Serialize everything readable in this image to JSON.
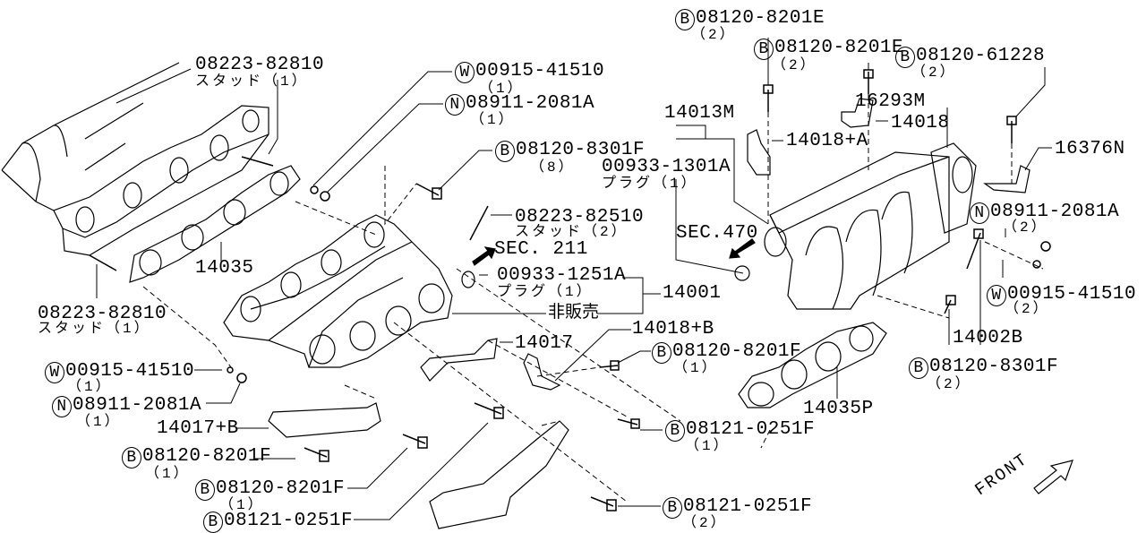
{
  "callouts": {
    "stud_top": {
      "part": "08223-82810",
      "qty": "スタッド（1）"
    },
    "washer_top": {
      "symbol": "W",
      "part": "00915-41510",
      "qty": "（1）"
    },
    "nut_top": {
      "symbol": "N",
      "part": "08911-2081A",
      "qty": "（1）"
    },
    "bolt_8301f": {
      "symbol": "B",
      "part": "08120-8301F",
      "qty": "（8）"
    },
    "stud_82510": {
      "part": "08223-82510",
      "qty": "スタッド（2）"
    },
    "sec211": {
      "text": "SEC. 211"
    },
    "gasket_14035": {
      "part": "14035"
    },
    "stud_left": {
      "part": "08223-82810",
      "qty": "スタッド（1）"
    },
    "plug_1251a": {
      "part": "00933-1251A",
      "qty": "プラグ（1）"
    },
    "manifold_14001": {
      "part": "14001"
    },
    "not_for_sale": {
      "text": "非販売"
    },
    "bracket_14017": {
      "part": "14017"
    },
    "bracket_14018b": {
      "part": "14018+B"
    },
    "bolt_8201f_a": {
      "symbol": "B",
      "part": "08120-8201F",
      "qty": "（1）"
    },
    "washer_left": {
      "symbol": "W",
      "part": "00915-41510",
      "qty": "（1）"
    },
    "nut_left": {
      "symbol": "N",
      "part": "08911-2081A",
      "qty": "（1）"
    },
    "bracket_14017b": {
      "part": "14017+B"
    },
    "bolt_8201f_b": {
      "symbol": "B",
      "part": "08120-8201F",
      "qty": "（1）"
    },
    "bolt_8201f_c": {
      "symbol": "B",
      "part": "08120-8201F",
      "qty": "（1）"
    },
    "bolt_0251f_a": {
      "symbol": "B",
      "part": "08121-0251F"
    },
    "bolt_0251f_b": {
      "symbol": "B",
      "part": "08121-0251F",
      "qty": "（1）"
    },
    "bolt_0251f_c": {
      "symbol": "B",
      "part": "08121-0251F",
      "qty": "（2）"
    },
    "bolt_8201e_a": {
      "symbol": "B",
      "part": "08120-8201E",
      "qty": "（2）"
    },
    "bolt_8201e_b": {
      "symbol": "B",
      "part": "08120-8201E",
      "qty": "（2）"
    },
    "bolt_61228": {
      "symbol": "B",
      "part": "08120-61228",
      "qty": "（2）"
    },
    "collector_14013m": {
      "part": "14013M"
    },
    "bracket_14018": {
      "part": "14018"
    },
    "gasket_16293m": {
      "part": "16293M"
    },
    "bracket_14018a": {
      "part": "14018+A"
    },
    "plug_1301a": {
      "part": "00933-1301A",
      "qty": "プラグ（1）"
    },
    "bracket_16376n": {
      "part": "16376N"
    },
    "nut_right": {
      "symbol": "N",
      "part": "08911-2081A",
      "qty": "（2）"
    },
    "sec470": {
      "text": "SEC.470"
    },
    "washer_right": {
      "symbol": "W",
      "part": "00915-41510",
      "qty": "（2）"
    },
    "stud_14002b": {
      "part": "14002B"
    },
    "bolt_8301f_right": {
      "symbol": "B",
      "part": "08120-8301F",
      "qty": "（2）"
    },
    "gasket_14035p": {
      "part": "14035P"
    }
  },
  "front_label": "FRONT"
}
